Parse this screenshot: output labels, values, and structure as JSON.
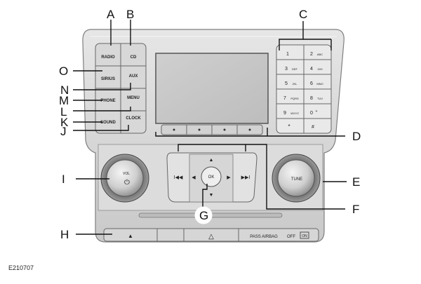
{
  "figure_id": "E210707",
  "callouts": {
    "A": "A",
    "B": "B",
    "C": "C",
    "D": "D",
    "E": "E",
    "F": "F",
    "G": "G",
    "H": "H",
    "I": "I",
    "J": "J",
    "K": "K",
    "L": "L",
    "M": "M",
    "N": "N",
    "O": "O"
  },
  "left_buttons": {
    "radio": "RADIO",
    "cd": "CD",
    "sirius": "SIRIUS",
    "aux": "AUX",
    "phone": "PHONE",
    "menu": "MENU",
    "sound": "SOUND",
    "clock": "CLOCK"
  },
  "keypad": {
    "k1_num": "1",
    "k1_sub": "",
    "k2_num": "2",
    "k2_sub": "ABC",
    "k3_num": "3",
    "k3_sub": "DEF",
    "k4_num": "4",
    "k4_sub": "GHI",
    "k5_num": "5",
    "k5_sub": "JKL",
    "k6_num": "6",
    "k6_sub": "MNO",
    "k7_num": "7",
    "k7_sub": "PQRS",
    "k8_num": "8",
    "k8_sub": "TUV",
    "k9_num": "9",
    "k9_sub": "WXYZ",
    "k0_num": "0",
    "k0_sub": "+",
    "star": "*",
    "hash": "#"
  },
  "controls": {
    "vol": "VOL",
    "power_glyph": "⏻",
    "tune": "TUNE",
    "ok": "OK",
    "up": "▲",
    "down": "▼",
    "left": "◀",
    "right": "▶",
    "seek_back": "I◀◀",
    "seek_fwd": "▶▶I",
    "eject": "▲",
    "hazard": "△",
    "pass_airbag": "PASS AIRBAG",
    "off": "OFF",
    "on": "ON"
  }
}
